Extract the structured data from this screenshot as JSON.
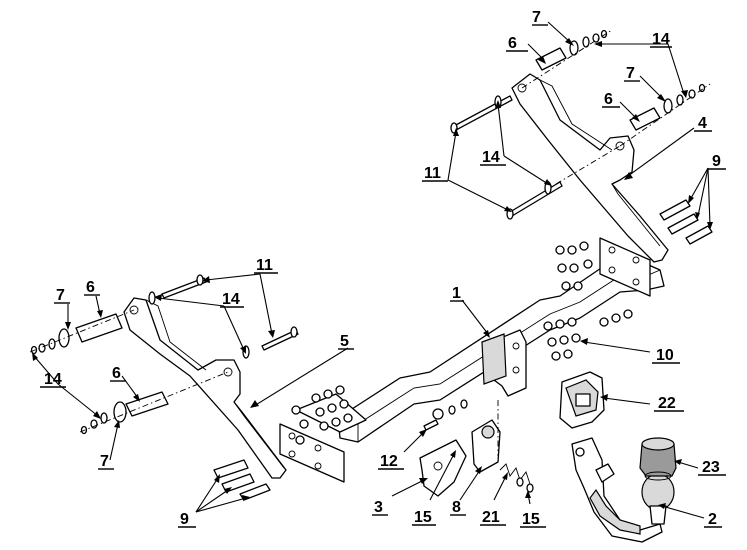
{
  "diagram": {
    "callouts": {
      "p1": "1",
      "p2": "2",
      "p3": "3",
      "p4": "4",
      "p5": "5",
      "p6a": "6",
      "p6b": "6",
      "p6c": "6",
      "p6d": "6",
      "p7a": "7",
      "p7b": "7",
      "p7c": "7",
      "p7d": "7",
      "p8": "8",
      "p9a": "9",
      "p9b": "9",
      "p10": "10",
      "p11a": "11",
      "p11b": "11",
      "p12": "12",
      "p14a": "14",
      "p14b": "14",
      "p14c": "14",
      "p14d": "14",
      "p15a": "15",
      "p15b": "15",
      "p21": "21",
      "p22": "22",
      "p23": "23"
    }
  }
}
